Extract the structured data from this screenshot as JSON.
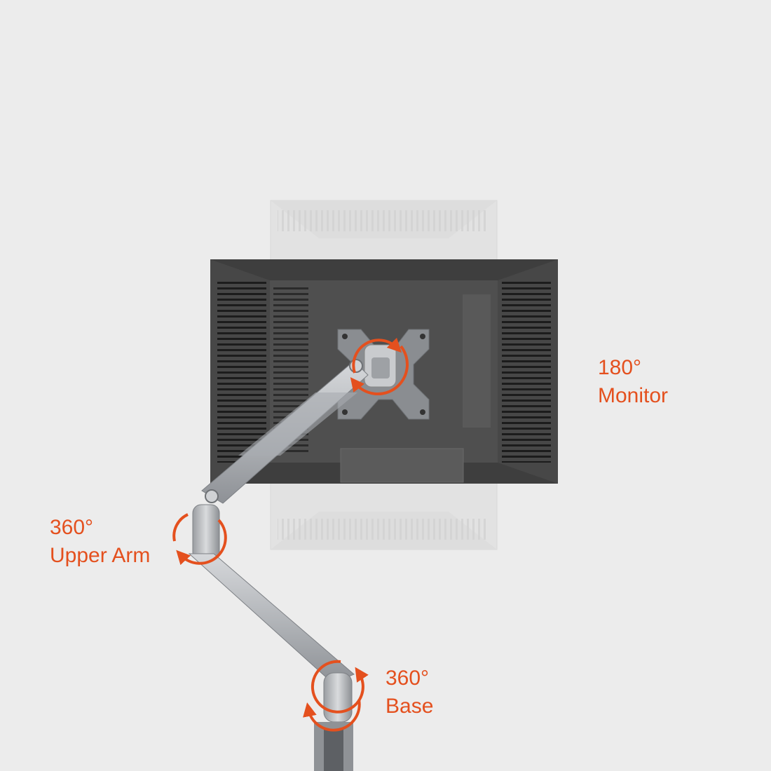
{
  "labels": {
    "monitor": {
      "degrees": "180°",
      "name": "Monitor"
    },
    "upper_arm": {
      "degrees": "360°",
      "name": "Upper Arm"
    },
    "base": {
      "degrees": "360°",
      "name": "Base"
    }
  },
  "colors": {
    "background": "#ececec",
    "accent": "#e4501e",
    "monitor_body": "#4a4a4a",
    "arm_silver": "#b9bcc0"
  },
  "icons": [
    "rotation-arrow-icon",
    "vesa-mount-icon"
  ]
}
